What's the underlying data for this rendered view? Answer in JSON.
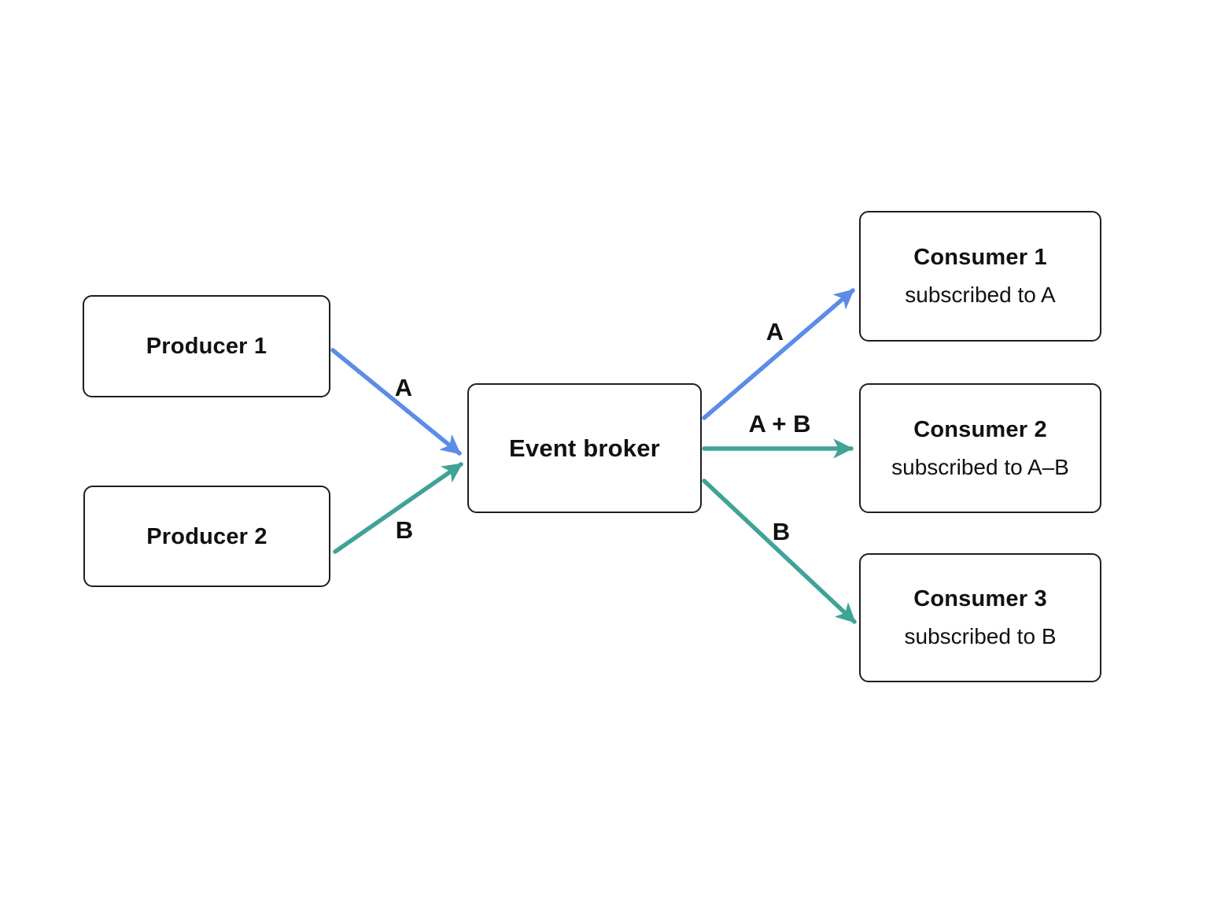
{
  "diagram": {
    "description_visible_text_only": true,
    "nodes": {
      "producer1": {
        "title": "Producer 1"
      },
      "producer2": {
        "title": "Producer 2"
      },
      "broker": {
        "title": "Event broker"
      },
      "consumer1": {
        "title": "Consumer 1",
        "subtitle": "subscribed to A"
      },
      "consumer2": {
        "title": "Consumer 2",
        "subtitle": "subscribed to A–B"
      },
      "consumer3": {
        "title": "Consumer 3",
        "subtitle": "subscribed to B"
      }
    },
    "edges": [
      {
        "id": "producer1-broker",
        "from": "producer1",
        "to": "broker",
        "label": "A",
        "color": "blue"
      },
      {
        "id": "producer2-broker",
        "from": "producer2",
        "to": "broker",
        "label": "B",
        "color": "teal"
      },
      {
        "id": "broker-consumer1",
        "from": "broker",
        "to": "consumer1",
        "label": "A",
        "color": "blue"
      },
      {
        "id": "broker-consumer2",
        "from": "broker",
        "to": "consumer2",
        "label": "A + B",
        "color": "teal"
      },
      {
        "id": "broker-consumer3",
        "from": "broker",
        "to": "consumer3",
        "label": "B",
        "color": "teal"
      }
    ],
    "colors": {
      "blue": "#5B8CE8",
      "teal": "#3FA396",
      "box_border": "#1f1f1f",
      "text": "#111111",
      "background": "#ffffff"
    }
  }
}
